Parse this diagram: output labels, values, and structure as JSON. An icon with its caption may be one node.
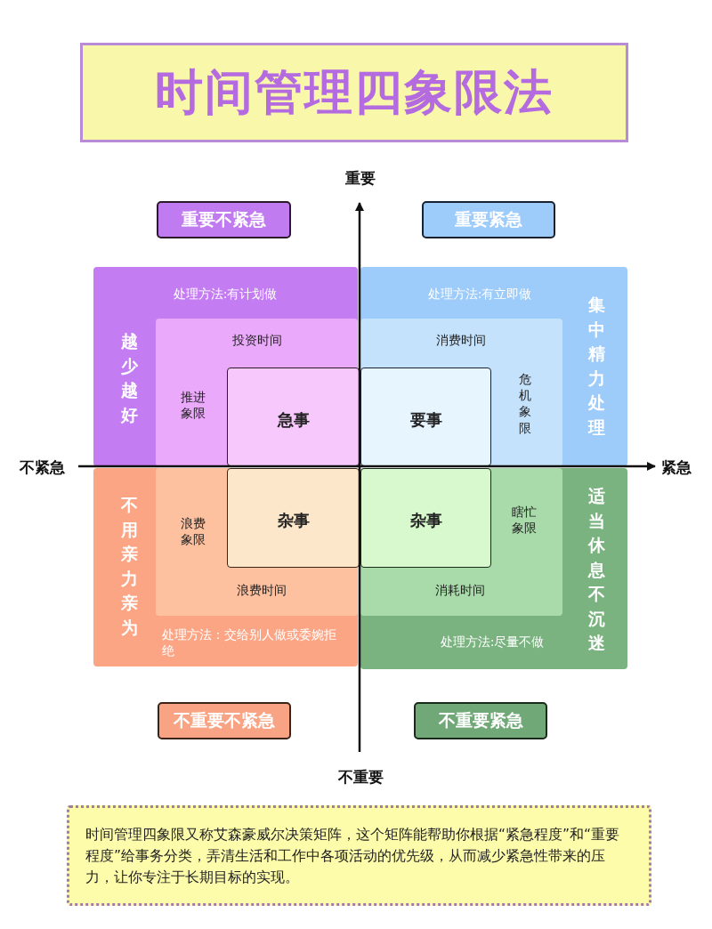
{
  "diagram": {
    "title": "时间管理四象限法",
    "nodes": [
      {
        "text": [
          "处理方法:有计划做",
          "越少越好"
        ]
      },
      {
        "text": [
          "投资时间",
          "推进象限"
        ],
        "in": 0
      },
      {
        "text": [
          "急事"
        ],
        "in": 1
      },
      {
        "text": [
          "处理方法:有立即做",
          "集中精力处理"
        ]
      },
      {
        "text": [
          "消费时间",
          "危机象限"
        ],
        "in": 3
      },
      {
        "text": [
          "要事"
        ],
        "in": 4
      },
      {
        "text": [
          "不用亲力亲为",
          "处理方法：交给别人做或委婉拒绝"
        ]
      },
      {
        "text": [
          "浪费象限",
          "浪费时间"
        ],
        "in": 6
      },
      {
        "text": [
          "杂事"
        ],
        "in": 7
      },
      {
        "text": [
          "处理方法:尽量不做",
          "适当休息不沉迷"
        ]
      },
      {
        "text": [
          "瞎忙象限",
          "消耗时间"
        ],
        "in": 9
      },
      {
        "text": [
          "杂事"
        ],
        "in": 10
      },
      {
        "text": [
          "重要不紧急"
        ]
      },
      {
        "text": [
          "重要紧急"
        ]
      },
      {
        "text": [
          "不重要不紧急"
        ]
      },
      {
        "text": [
          "不重要紧急"
        ]
      },
      {
        "text": [
          "时间管理四象限又称艾森豪威尔决策矩阵，这个矩阵能帮助你根据“紧急程度”和“重要程度”给事务分类，弄清生活和工作中各项活动的优先级，从而减少紧急性带来的压力，让你专注于长期目标的实现。"
        ]
      }
    ],
    "labels": [
      "重要",
      "不紧急",
      "紧急",
      "不重要"
    ]
  }
}
